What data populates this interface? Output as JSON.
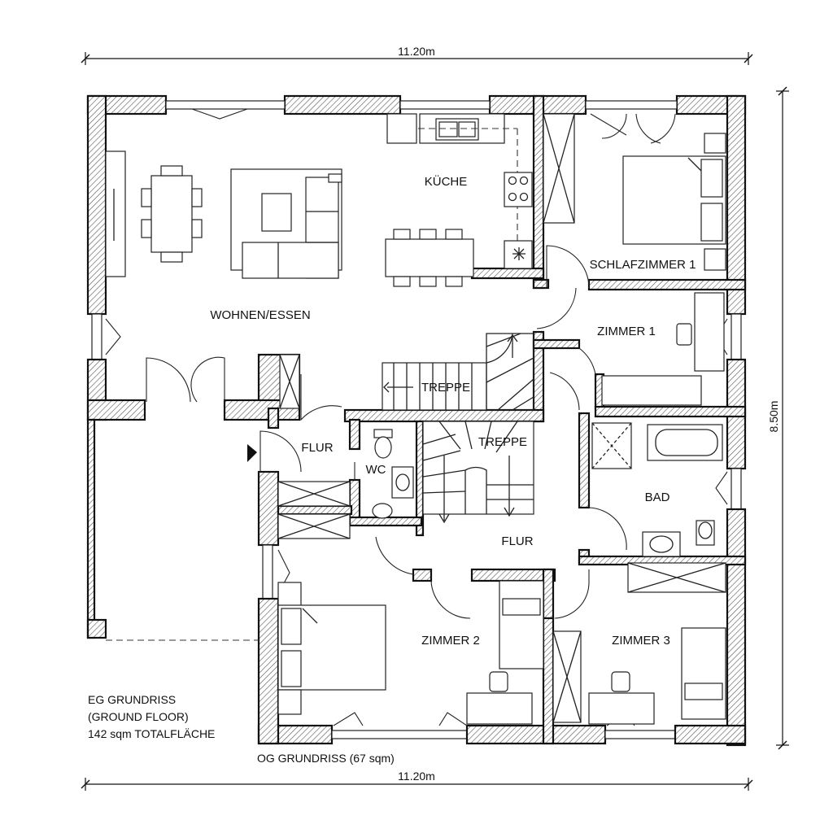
{
  "dimensions": {
    "top_width": "11.20m",
    "bottom_width": "11.20m",
    "right_height": "8.50m"
  },
  "rooms": {
    "wohnen_essen": "WOHNEN/ESSEN",
    "kueche": "KÜCHE",
    "schlafzimmer_1": "SCHLAFZIMMER 1",
    "zimmer_1": "ZIMMER 1",
    "treppe_upper": "TREPPE",
    "treppe_lower": "TREPPE",
    "flur_entry": "FLUR",
    "wc": "WC",
    "bad": "BAD",
    "flur_central": "FLUR",
    "zimmer_2": "ZIMMER 2",
    "zimmer_3": "ZIMMER 3"
  },
  "notes": {
    "eg_line1": "EG GRUNDRISS",
    "eg_line2": "(GROUND FLOOR)",
    "eg_line3": "142 sqm TOTALFLÄCHE",
    "og": "OG GRUNDRISS (67 sqm)"
  },
  "colors": {
    "line": "#111111",
    "background": "#ffffff"
  }
}
